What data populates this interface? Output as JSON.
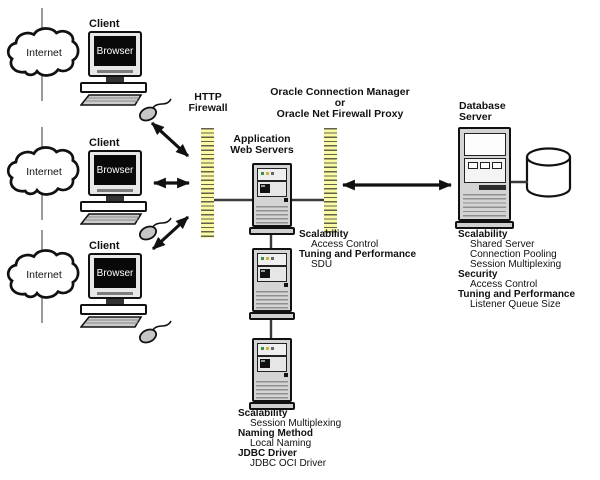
{
  "labels": {
    "client": "Client",
    "browser": "Browser",
    "internet": "Internet",
    "http_firewall": [
      "HTTP",
      "Firewall"
    ],
    "connection_manager": [
      "Oracle Connection Manager",
      "or",
      "Oracle Net Firewall Proxy"
    ],
    "app_servers": [
      "Application",
      "Web Servers"
    ],
    "database_server": [
      "Database",
      "Server"
    ]
  },
  "annotations": {
    "middle_tier": [
      "Scalability",
      "Access Control",
      "Tuning and Performance",
      "SDU"
    ],
    "database_tier": [
      "Scalability",
      "Shared Server",
      "Connection Pooling",
      "Session Multiplexing",
      "Security",
      "Access Control",
      "Tuning and Performance",
      "Listener Queue Size"
    ],
    "app_tier": [
      "Scalability",
      "Session Multiplexing",
      "Naming Method",
      "Local Naming",
      "JDBC Driver",
      "JDBC OCI Driver"
    ]
  },
  "colors": {
    "firewall_yellow": "#FBFBA6",
    "firewall_stripe": "#63634C",
    "server_gray": "#D4D4D4",
    "outline_black": "#111111",
    "connection_gray": "#3A3A3A"
  }
}
